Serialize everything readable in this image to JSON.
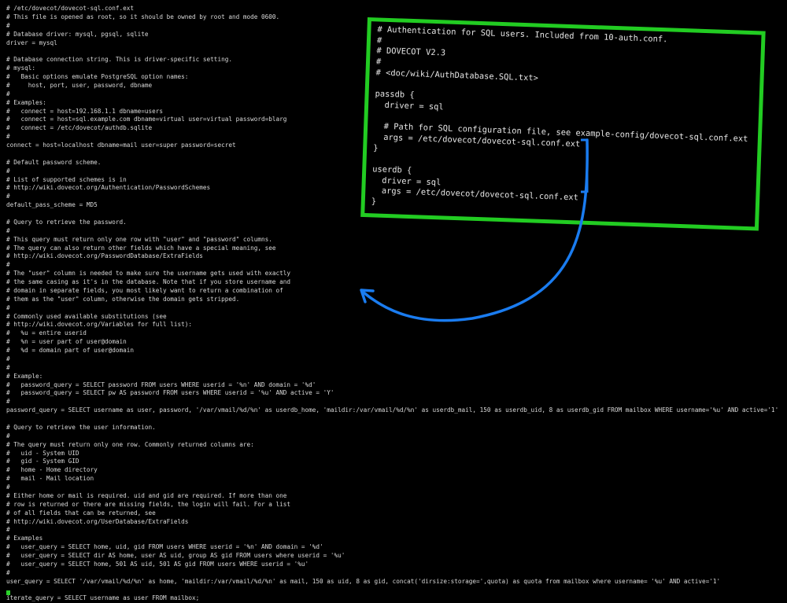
{
  "terminal": {
    "lines": [
      "# /etc/dovecot/dovecot-sql.conf.ext",
      "# This file is opened as root, so it should be owned by root and mode 0600.",
      "#",
      "# Database driver: mysql, pgsql, sqlite",
      "driver = mysql",
      "",
      "# Database connection string. This is driver-specific setting.",
      "# mysql:",
      "#   Basic options emulate PostgreSQL option names:",
      "#     host, port, user, password, dbname",
      "#",
      "# Examples:",
      "#   connect = host=192.168.1.1 dbname=users",
      "#   connect = host=sql.example.com dbname=virtual user=virtual password=blarg",
      "#   connect = /etc/dovecot/authdb.sqlite",
      "#",
      "connect = host=localhost dbname=mail user=super password=secret",
      "",
      "# Default password scheme.",
      "#",
      "# List of supported schemes is in",
      "# http://wiki.dovecot.org/Authentication/PasswordSchemes",
      "#",
      "default_pass_scheme = MD5",
      "",
      "# Query to retrieve the password.",
      "#",
      "# This query must return only one row with \"user\" and \"password\" columns.",
      "# The query can also return other fields which have a special meaning, see",
      "# http://wiki.dovecot.org/PasswordDatabase/ExtraFields",
      "#",
      "# The \"user\" column is needed to make sure the username gets used with exactly",
      "# the same casing as it's in the database. Note that if you store username and",
      "# domain in separate fields, you most likely want to return a combination of",
      "# them as the \"user\" column, otherwise the domain gets stripped.",
      "#",
      "# Commonly used available substitutions (see",
      "# http://wiki.dovecot.org/Variables for full list):",
      "#   %u = entire userid",
      "#   %n = user part of user@domain",
      "#   %d = domain part of user@domain",
      "#",
      "#",
      "# Example:",
      "#   password_query = SELECT password FROM users WHERE userid = '%n' AND domain = '%d'",
      "#   password_query = SELECT pw AS password FROM users WHERE userid = '%u' AND active = 'Y'",
      "#",
      "password_query = SELECT username as user, password, '/var/vmail/%d/%n' as userdb_home, 'maildir:/var/vmail/%d/%n' as userdb_mail, 150 as userdb_uid, 8 as userdb_gid FROM mailbox WHERE username='%u' AND active='1'",
      "",
      "# Query to retrieve the user information.",
      "#",
      "# The query must return only one row. Commonly returned columns are:",
      "#   uid - System UID",
      "#   gid - System GID",
      "#   home - Home directory",
      "#   mail - Mail location",
      "#",
      "# Either home or mail is required. uid and gid are required. If more than one",
      "# row is returned or there are missing fields, the login will fail. For a list",
      "# of all fields that can be returned, see",
      "# http://wiki.dovecot.org/UserDatabase/ExtraFields",
      "#",
      "# Examples",
      "#   user_query = SELECT home, uid, gid FROM users WHERE userid = '%n' AND domain = '%d'",
      "#   user_query = SELECT dir AS home, user AS uid, group AS gid FROM users where userid = '%u'",
      "#   user_query = SELECT home, 501 AS uid, 501 AS gid FROM users WHERE userid = '%u'",
      "#",
      "user_query = SELECT '/var/vmail/%d/%n' as home, 'maildir:/var/vmail/%d/%n' as mail, 150 as uid, 8 as gid, concat('dirsize:storage=',quota) as quota from mailbox where username= '%u' AND active='1'",
      "",
      "iterate_query = SELECT username as user FROM mailbox;"
    ]
  },
  "overlay": {
    "lines": [
      "# Authentication for SQL users. Included from 10-auth.conf.",
      "#",
      "# DOVECOT V2.3",
      "#",
      "# <doc/wiki/AuthDatabase.SQL.txt>",
      "",
      "passdb {",
      "  driver = sql",
      "",
      "  # Path for SQL configuration file, see example-config/dovecot-sql.conf.ext",
      "  args = /etc/dovecot/dovecot-sql.conf.ext",
      "}",
      "",
      "userdb {",
      "  driver = sql",
      "  args = /etc/dovecot/dovecot-sql.conf.ext",
      "}"
    ]
  },
  "colors": {
    "background": "#000000",
    "text": "#d8d8d8",
    "box_border": "#22cc22",
    "arrow": "#1a7cf0",
    "cursor": "#2bd12b"
  },
  "icons": {
    "arrow": "curved-arrow",
    "cursor": "terminal-cursor"
  }
}
